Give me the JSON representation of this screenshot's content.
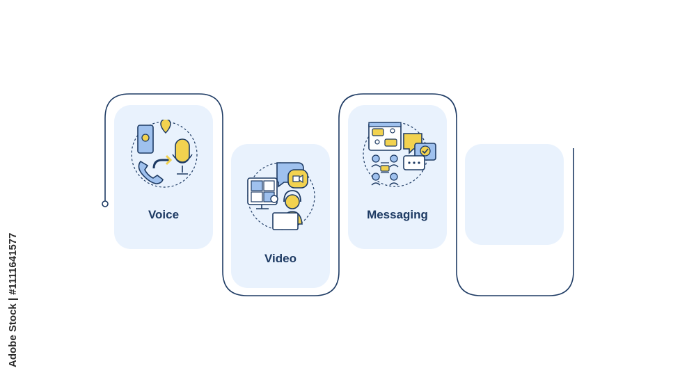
{
  "steps": [
    {
      "label": "Voice",
      "icon": "voice-call-icon"
    },
    {
      "label": "Video",
      "icon": "video-conference-icon"
    },
    {
      "label": "Messaging",
      "icon": "messaging-chat-icon"
    },
    {
      "label": "",
      "icon": ""
    }
  ],
  "watermark": "Adobe Stock | #1111641577",
  "colors": {
    "card_fill": "#e9f2fd",
    "outline": "#1d3a63",
    "accent_yellow": "#f2d24f",
    "accent_blue": "#9fc1ee",
    "label_text": "#1d3a63"
  }
}
